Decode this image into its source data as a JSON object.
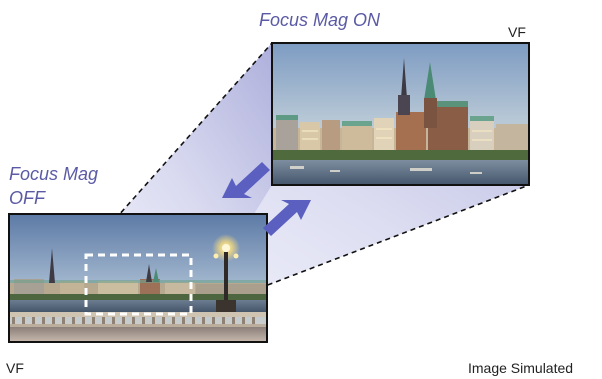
{
  "labels": {
    "on_caption": "Focus Mag ON",
    "off_caption_line1": "Focus Mag",
    "off_caption_line2": "OFF",
    "vf_top": "VF",
    "vf_bottom": "VF",
    "image_note": "Image Simulated"
  },
  "colors": {
    "caption_blue": "#5b5aa5",
    "arrow_blue": "#5a5fc0",
    "cone_light": "#eef0fa",
    "cone_dark": "#b8b9e0"
  }
}
